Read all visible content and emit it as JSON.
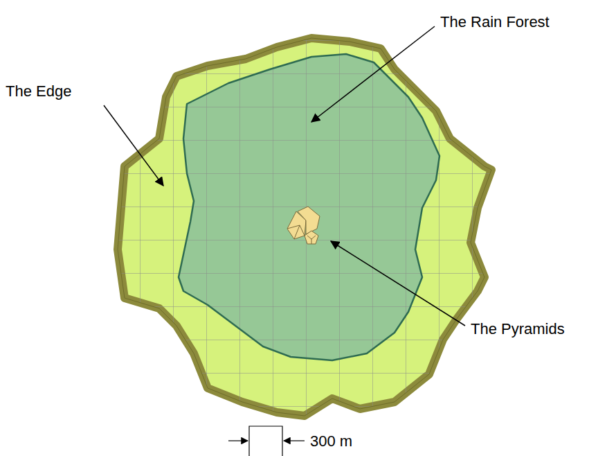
{
  "diagram": {
    "labels": [
      "The Rain Forest",
      "The Edge",
      "The Pyramids",
      "300 m"
    ]
  }
}
